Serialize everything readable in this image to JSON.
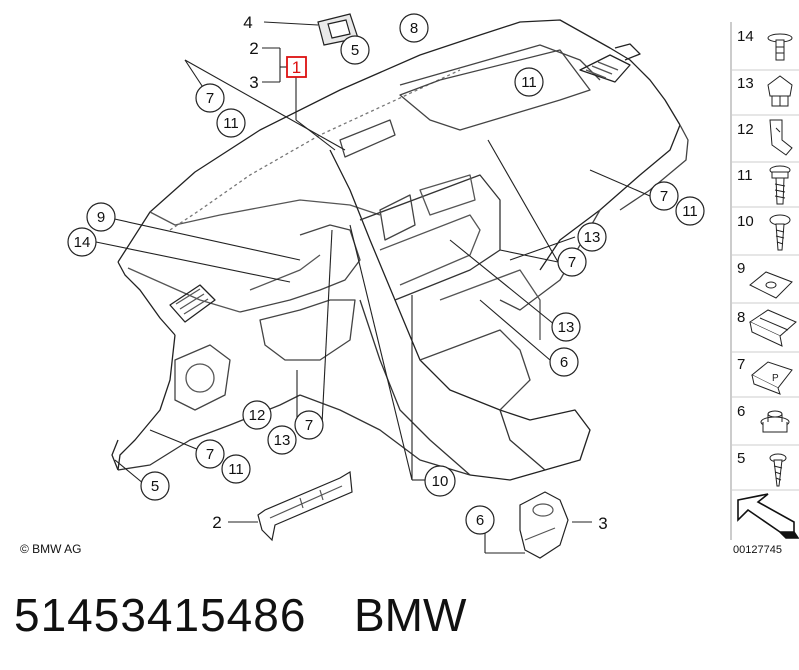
{
  "callouts": {
    "c4": "4",
    "c2a": "2",
    "c3a": "3",
    "c1": "1",
    "c5a": "5",
    "c8": "8",
    "c7a": "7",
    "c11a": "11",
    "c11b": "11",
    "c7b": "7",
    "c11c": "11",
    "c13a": "13",
    "c7c": "7",
    "c9": "9",
    "c14": "14",
    "c13b": "13",
    "c6a": "6",
    "c12": "12",
    "c7d": "7",
    "c13c": "13",
    "c7e": "7",
    "c11d": "11",
    "c5b": "5",
    "c10": "10",
    "c2b": "2",
    "c6b": "6",
    "c3b": "3"
  },
  "legend": [
    {
      "num": "14",
      "icon": "push-rivet-icon"
    },
    {
      "num": "13",
      "icon": "expanding-nut-icon"
    },
    {
      "num": "12",
      "icon": "bracket-clip-icon"
    },
    {
      "num": "11",
      "icon": "collar-screw-icon"
    },
    {
      "num": "10",
      "icon": "oval-head-screw-icon"
    },
    {
      "num": "9",
      "icon": "spring-nut-icon"
    },
    {
      "num": "8",
      "icon": "clip-nut-icon"
    },
    {
      "num": "7",
      "icon": "sheet-metal-nut-icon"
    },
    {
      "num": "6",
      "icon": "plastic-nut-icon"
    },
    {
      "num": "5",
      "icon": "tapping-screw-icon"
    }
  ],
  "copyright": "© BMW AG",
  "diagram_id": "00127745",
  "part_number": "51453415486",
  "brand": "BMW"
}
